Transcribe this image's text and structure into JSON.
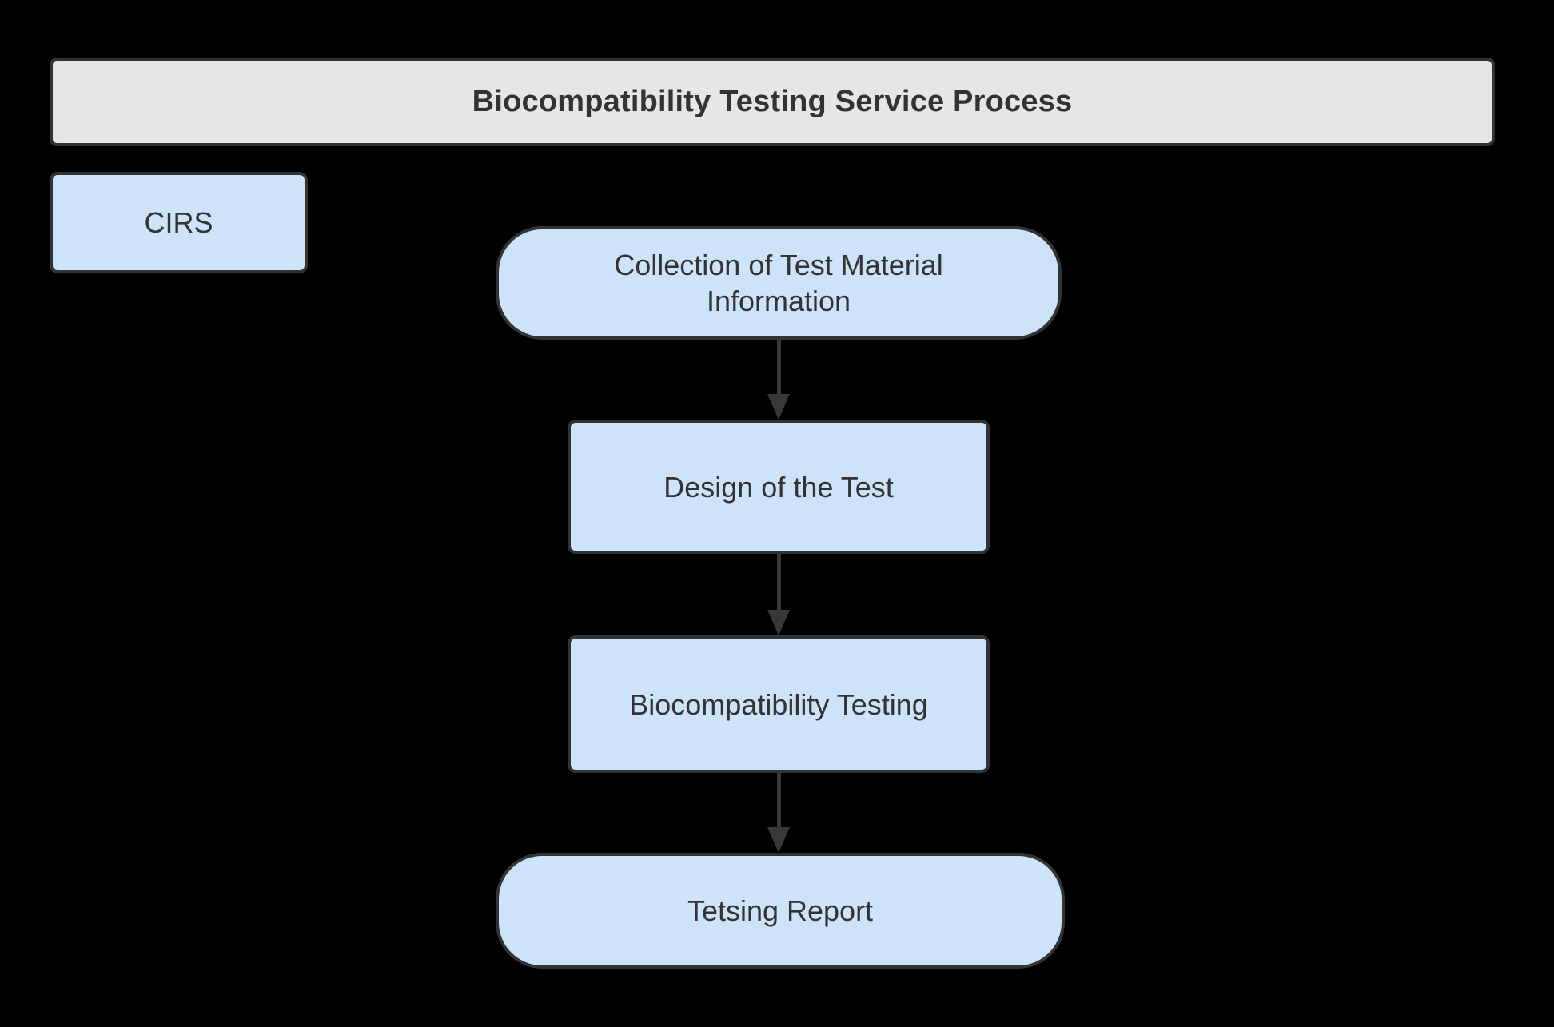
{
  "colors": {
    "bg": "#000000",
    "node_fill": "#cde3f9",
    "node_border": "#333333",
    "title_fill": "#e6e6e6",
    "text": "#333333",
    "arrow": "#383838"
  },
  "header": {
    "title": "Biocompatibility Testing Service Process"
  },
  "org": {
    "label": "CIRS"
  },
  "flow": {
    "nodes": [
      {
        "id": "collect",
        "label": "Collection of Test Material Information",
        "shape": "stadium"
      },
      {
        "id": "design",
        "label": "Design of the Test",
        "shape": "rect"
      },
      {
        "id": "testing",
        "label": "Biocompatibility Testing",
        "shape": "rect"
      },
      {
        "id": "report",
        "label": "Tetsing Report",
        "shape": "stadium"
      }
    ],
    "edges": [
      {
        "from": "collect",
        "to": "design"
      },
      {
        "from": "design",
        "to": "testing"
      },
      {
        "from": "testing",
        "to": "report"
      }
    ]
  }
}
